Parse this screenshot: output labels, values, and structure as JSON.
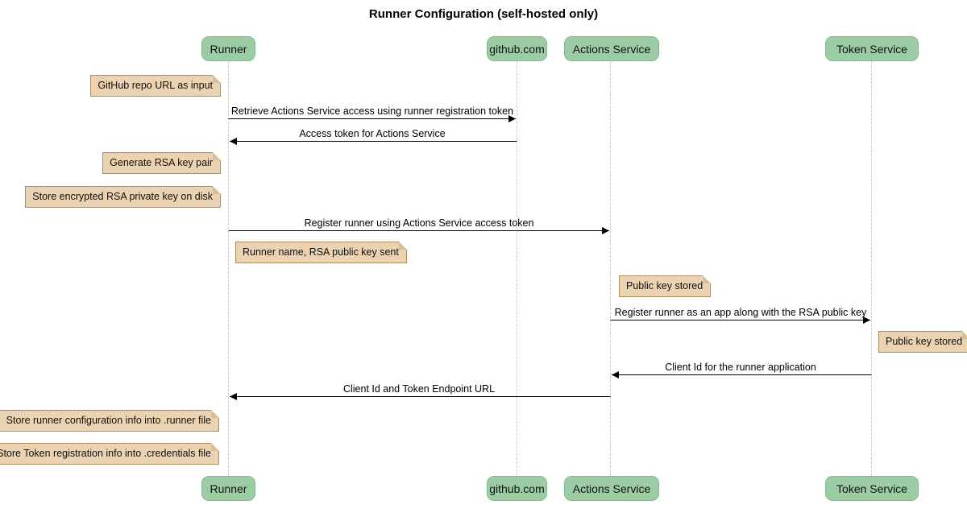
{
  "title": "Runner Configuration (self-hosted only)",
  "diagram_type": "sequence-diagram",
  "actors": [
    {
      "label": "Runner"
    },
    {
      "label": "github.com"
    },
    {
      "label": "Actions Service"
    },
    {
      "label": "Token Service"
    }
  ],
  "messages": [
    {
      "from": "Runner",
      "to": "github.com",
      "text": "Retrieve Actions Service access using runner registration token"
    },
    {
      "from": "github.com",
      "to": "Runner",
      "text": "Access token for Actions Service"
    },
    {
      "from": "Runner",
      "to": "Actions Service",
      "text": "Register runner using Actions Service access token"
    },
    {
      "from": "Actions Service",
      "to": "Token Service",
      "text": "Register runner as an app along with the RSA public key"
    },
    {
      "from": "Token Service",
      "to": "Actions Service",
      "text": "Client Id for the runner application"
    },
    {
      "from": "Actions Service",
      "to": "Runner",
      "text": "Client Id and Token Endpoint URL"
    }
  ],
  "notes": [
    {
      "position": "left of Runner",
      "text": "GitHub repo URL as input"
    },
    {
      "position": "left of Runner",
      "text": "Generate RSA key pair"
    },
    {
      "position": "left of Runner",
      "text": "Store encrypted RSA private key on disk"
    },
    {
      "position": "right of Runner",
      "text": "Runner name, RSA public key sent"
    },
    {
      "position": "right of Actions Service",
      "text": "Public key stored"
    },
    {
      "position": "right of Token Service",
      "text": "Public key stored"
    },
    {
      "position": "left of Runner",
      "text": "Store runner configuration info into .runner file"
    },
    {
      "position": "left of Runner",
      "text": "Store Token registration info into .credentials file"
    }
  ],
  "colors": {
    "actor_fill": "#9ccca4",
    "actor_border": "#82b98c",
    "note_fill": "#ebd3b2",
    "note_border": "#ab8c5d",
    "lifeline": "#c9c9c9",
    "message_line": "#000000",
    "background": "#ffffff"
  }
}
